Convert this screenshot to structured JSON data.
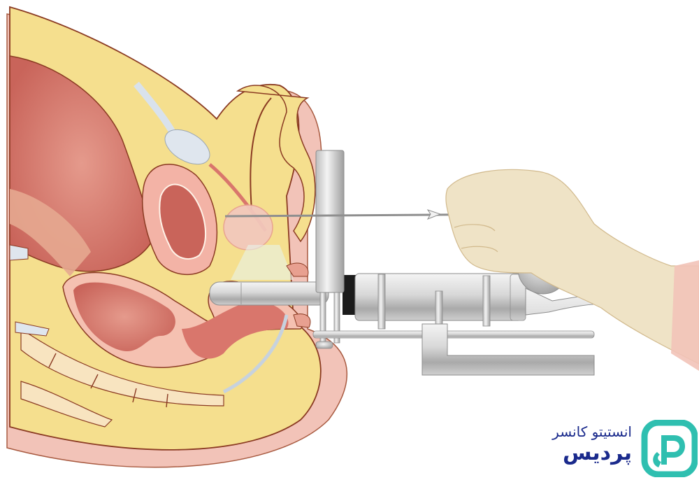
{
  "figure": {
    "subject": "Transrectal ultrasound-guided prostate needle procedure (sagittal pelvic cross-section)",
    "elements": [
      "pelvic-cross-section",
      "bladder",
      "prostate",
      "rectum",
      "ultrasound-probe",
      "stepper-stand",
      "needle",
      "gloved-hand"
    ]
  },
  "logo": {
    "line1": "انستیتو کانسر",
    "line2": "پردیس",
    "mark_letter": "P",
    "colors": {
      "text": "#1a2a8c",
      "mark": "#2fbfb0"
    }
  },
  "colors": {
    "fat_yellow": "#f5df8e",
    "tissue_pink": "#e8a090",
    "organ_red": "#d9766c",
    "outline": "#8a3a22",
    "metal": "#d0d0d0",
    "glove": "#efe3c6",
    "skin": "#f2c3b8"
  }
}
